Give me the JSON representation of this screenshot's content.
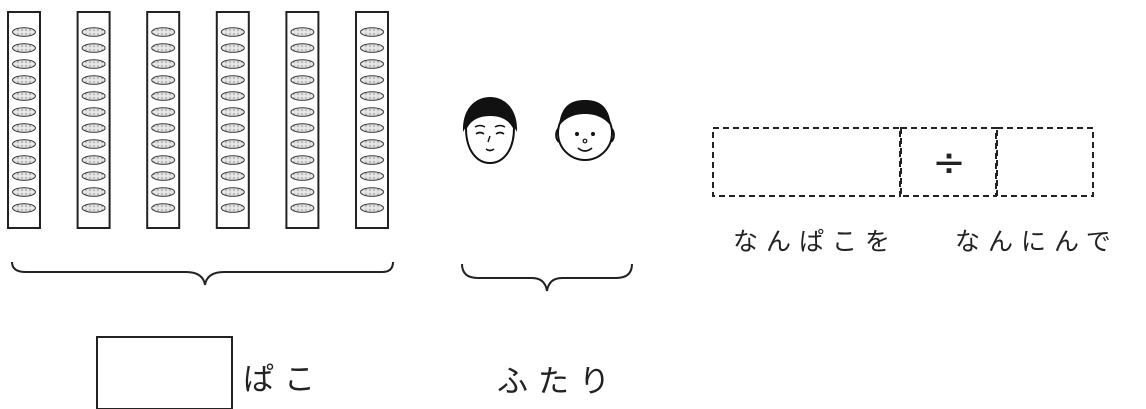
{
  "sticks": {
    "count": 6,
    "dango_per_stick": 12
  },
  "people": {
    "count": 2
  },
  "expression": {
    "operator": "÷",
    "left_caption": "なんぱこを",
    "right_caption": "なんにんで"
  },
  "answer": {
    "value": "",
    "unit": "ぱこ"
  },
  "people_label": "ふたり",
  "colors": {
    "stroke": "#222222",
    "dango_fill": "#e4e4e4",
    "dango_dot": "#8a8a8a"
  }
}
